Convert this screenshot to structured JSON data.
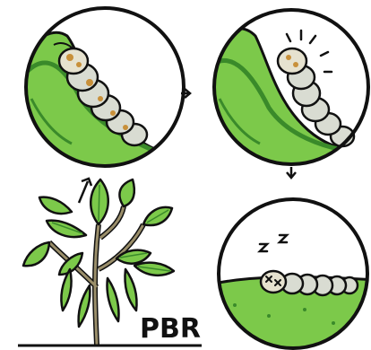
{
  "label": "PBR",
  "colors": {
    "leaf": "#7cc94a",
    "leaf_dark": "#3a8a2a",
    "outline": "#111111",
    "larva": "#d9dcd2",
    "larva_spot": "#c8903a",
    "background": "#ffffff"
  },
  "panels": [
    {
      "name": "larva-feeding",
      "state": "feeding"
    },
    {
      "name": "larva-agitated",
      "state": "agitated"
    },
    {
      "name": "larva-dead",
      "state": "dead"
    }
  ],
  "arrows": [
    {
      "from": "plant",
      "to": "larva-feeding"
    },
    {
      "from": "larva-feeding",
      "to": "larva-agitated"
    },
    {
      "from": "larva-agitated",
      "to": "larva-dead"
    }
  ]
}
